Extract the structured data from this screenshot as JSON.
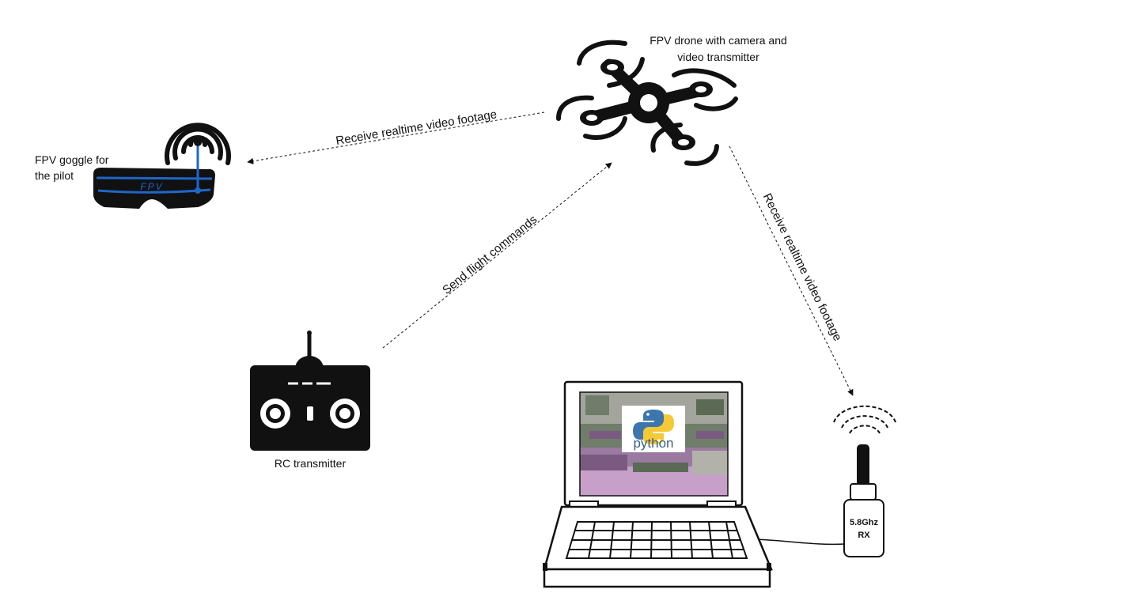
{
  "nodes": {
    "drone": {
      "label_line1": "FPV drone with camera and",
      "label_line2": "video transmitter"
    },
    "goggle": {
      "label_line1": "FPV goggle for",
      "label_line2": "the pilot",
      "brand_text": "FPV"
    },
    "rc": {
      "label": "RC transmitter"
    },
    "laptop": {
      "screen_logo_text": "python"
    },
    "rx": {
      "label_line1": "5.8Ghz",
      "label_line2": "RX"
    }
  },
  "connections": {
    "drone_to_goggle": "Receive realtime video footage",
    "rc_to_drone": "Send flight commands",
    "drone_to_rx": "Receive realtime video footage"
  },
  "colors": {
    "icon": "#111111",
    "goggle_accent": "#1f66c9",
    "python_blue": "#3d76ad",
    "python_yellow": "#f5c936",
    "screen_noise": [
      "#7b5a82",
      "#9a7aa0",
      "#6f7d6a",
      "#a3a49c",
      "#5a6a55",
      "#c6a0c8",
      "#8d8f8a"
    ]
  }
}
